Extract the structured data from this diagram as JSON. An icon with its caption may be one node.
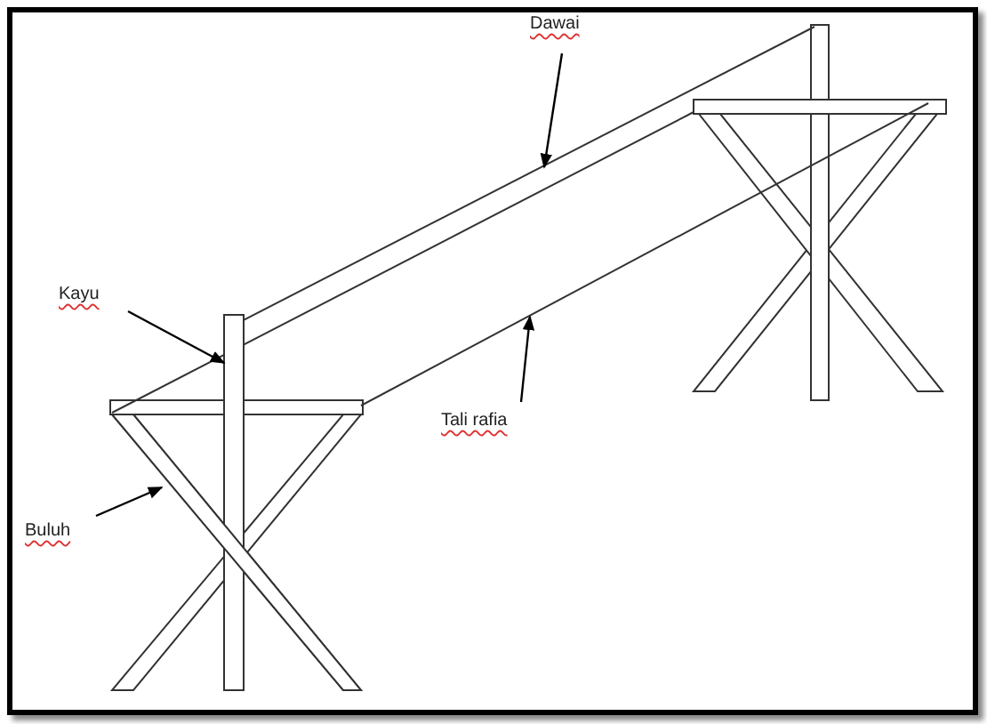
{
  "diagram": {
    "nodes": [
      {
        "text": [
          "Dawai"
        ]
      },
      {
        "text": [],
        "shape": "bar"
      },
      {
        "text": [
          "Kayu"
        ]
      },
      {
        "text": [],
        "shape": "bar"
      },
      {
        "text": [
          "Tali rafia"
        ]
      },
      {
        "text": [],
        "shape": "line"
      },
      {
        "text": [
          "Buluh"
        ]
      },
      {
        "text": [],
        "shape": "bar"
      }
    ],
    "edges": [
      {
        "from": 0,
        "to": 1,
        "arrow": "to"
      },
      {
        "from": 2,
        "to": 3,
        "arrow": "to"
      },
      {
        "from": 4,
        "to": 5,
        "arrow": "to"
      },
      {
        "from": 6,
        "to": 7,
        "arrow": "to"
      }
    ]
  }
}
